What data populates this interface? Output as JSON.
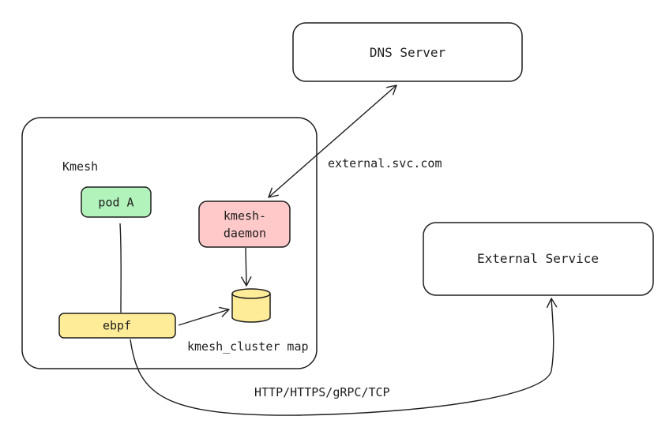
{
  "nodes": {
    "dns_server": {
      "label": "DNS Server"
    },
    "kmesh": {
      "label": "Kmesh"
    },
    "pod_a": {
      "label": "pod A"
    },
    "kmesh_daemon": {
      "label_line1": "kmesh-",
      "label_line2": "daemon"
    },
    "ebpf": {
      "label": "ebpf"
    },
    "kmesh_cluster_map": {
      "label": "kmesh_cluster map"
    },
    "external_service": {
      "label": "External Service"
    }
  },
  "edges": {
    "dns_query": {
      "label": "external.svc.com"
    },
    "traffic": {
      "label": "HTTP/HTTPS/gRPC/TCP"
    }
  },
  "colors": {
    "stroke": "#1e1e1e",
    "pod_fill": "#b2f2bb",
    "pod_stroke": "#2f9e44",
    "daemon_fill": "#ffc9c9",
    "daemon_stroke": "#e03131",
    "ebpf_fill": "#ffec99",
    "map_fill": "#ffec99"
  }
}
